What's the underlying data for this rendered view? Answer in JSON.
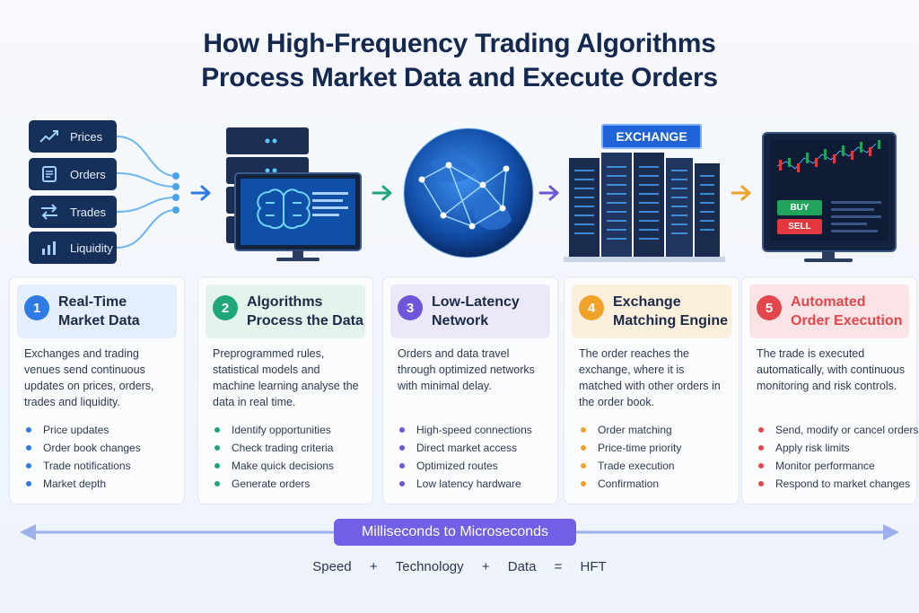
{
  "title": {
    "line1": "How High-Frequency Trading Algorithms",
    "line2": "Process Market Data and Execute Orders"
  },
  "inputs": [
    {
      "label": "Prices",
      "icon": "trend-line-icon"
    },
    {
      "label": "Orders",
      "icon": "document-icon"
    },
    {
      "label": "Trades",
      "icon": "swap-arrows-icon"
    },
    {
      "label": "Liquidity",
      "icon": "bar-chart-icon"
    }
  ],
  "illustrations": {
    "exchange_badge": "EXCHANGE",
    "buy_label": "BUY",
    "sell_label": "SELL"
  },
  "steps": [
    {
      "number": "1",
      "title_line1": "Real-Time",
      "title_line2": "Market Data",
      "color": "#2f7be6",
      "bg": "#e4eefc",
      "desc": "Exchanges and trading venues send continuous updates on prices, orders, trades and liquidity.",
      "items": [
        "Price updates",
        "Order book changes",
        "Trade notifications",
        "Market depth"
      ]
    },
    {
      "number": "2",
      "title_line1": "Algorithms",
      "title_line2": "Process the Data",
      "color": "#1fa67a",
      "bg": "#e2f4ec",
      "desc": "Preprogrammed rules, statistical models and machine learning analyse the data in real time.",
      "items": [
        "Identify opportunities",
        "Check trading criteria",
        "Make quick decisions",
        "Generate orders"
      ]
    },
    {
      "number": "3",
      "title_line1": "Low-Latency",
      "title_line2": "Network",
      "color": "#6f55d8",
      "bg": "#ebe8fa",
      "desc": "Orders and data travel through optimized networks with minimal delay.",
      "items": [
        "High-speed connections",
        "Direct market access",
        "Optimized routes",
        "Low latency hardware"
      ]
    },
    {
      "number": "4",
      "title_line1": "Exchange",
      "title_line2": "Matching Engine",
      "color": "#f0a22a",
      "bg": "#fcf0dc",
      "desc": "The order reaches the exchange, where it is matched with other orders in the order book.",
      "items": [
        "Order matching",
        "Price-time priority",
        "Trade execution",
        "Confirmation"
      ]
    },
    {
      "number": "5",
      "title_line1": "Automated",
      "title_line2": "Order Execution",
      "color": "#e2474b",
      "bg": "#fbe4e5",
      "desc": "The trade is executed automatically, with continuous monitoring and risk controls.",
      "items": [
        "Send, modify or cancel orders",
        "Apply risk limits",
        "Monitor performance",
        "Respond to market changes"
      ]
    }
  ],
  "timeline": {
    "label": "Milliseconds to Microseconds"
  },
  "formula": [
    "Speed",
    "+",
    "Technology",
    "+",
    "Data",
    "=",
    "HFT"
  ]
}
